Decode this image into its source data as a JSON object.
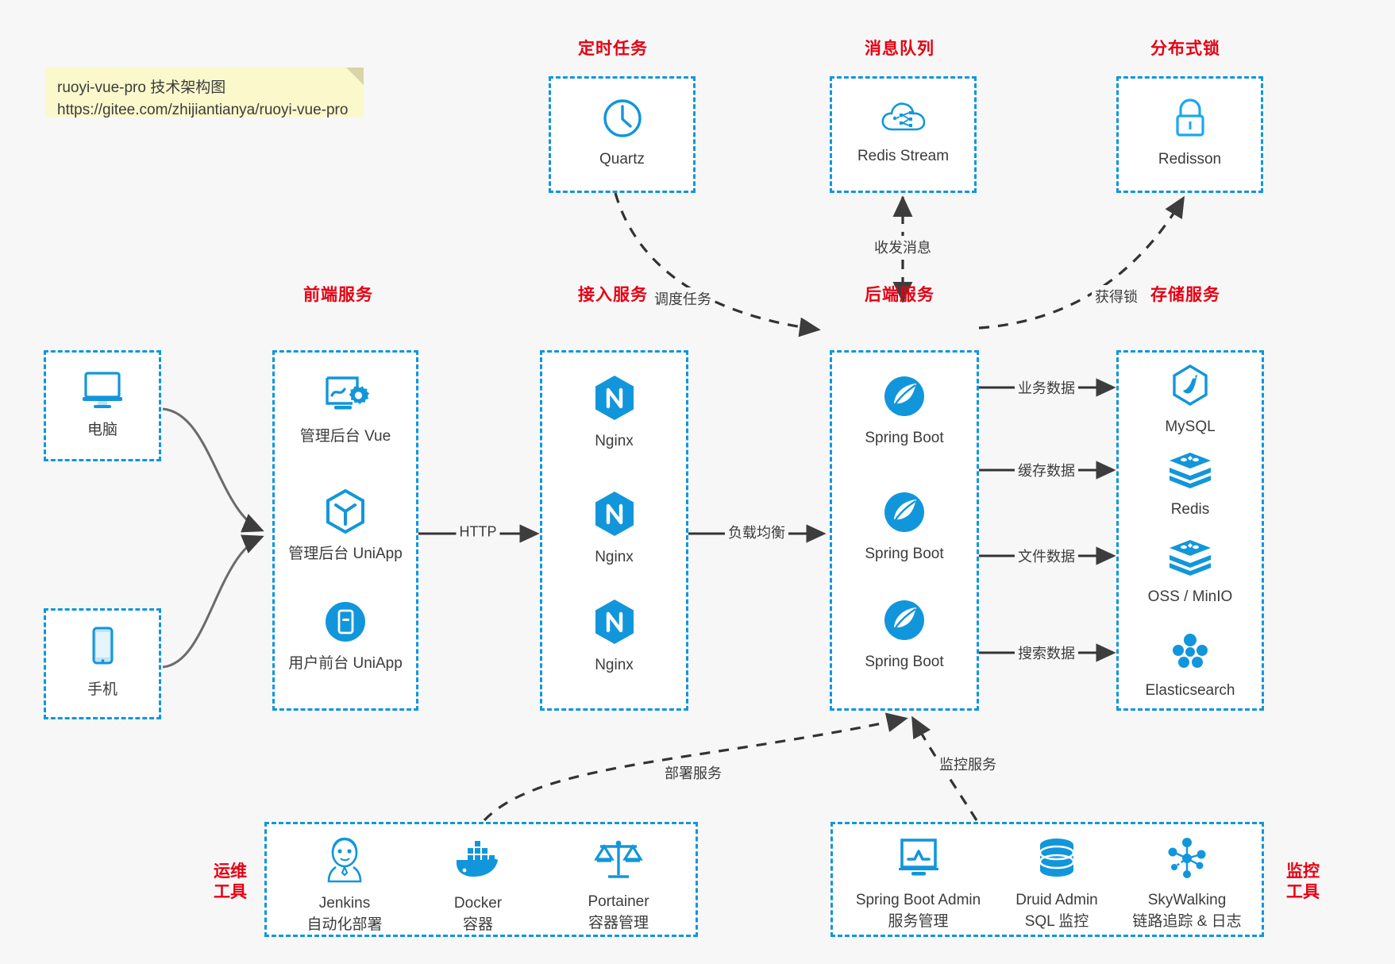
{
  "note": {
    "line1": "ruoyi-vue-pro 技术架构图",
    "line2": "https://gitee.com/zhijiantianya/ruoyi-vue-pro"
  },
  "groups": {
    "scheduler": {
      "title": "定时任务",
      "nodes": [
        {
          "label": "Quartz",
          "icon": "clock-icon"
        }
      ]
    },
    "mq": {
      "title": "消息队列",
      "nodes": [
        {
          "label": "Redis Stream",
          "icon": "cloud-stream-icon"
        }
      ]
    },
    "lock": {
      "title": "分布式锁",
      "nodes": [
        {
          "label": "Redisson",
          "icon": "lock-icon"
        }
      ]
    },
    "clients": {
      "nodes": [
        {
          "label": "电脑",
          "icon": "desktop-icon"
        },
        {
          "label": "手机",
          "icon": "mobile-icon"
        }
      ]
    },
    "frontend": {
      "title": "前端服务",
      "nodes": [
        {
          "label": "管理后台 Vue",
          "icon": "dashboard-gear-icon"
        },
        {
          "label": "管理后台 UniApp",
          "icon": "cube-icon"
        },
        {
          "label": "用户前台 UniApp",
          "icon": "app-circle-icon"
        }
      ]
    },
    "gateway": {
      "title": "接入服务",
      "nodes": [
        {
          "label": "Nginx",
          "icon": "nginx-icon"
        },
        {
          "label": "Nginx",
          "icon": "nginx-icon"
        },
        {
          "label": "Nginx",
          "icon": "nginx-icon"
        }
      ]
    },
    "backend": {
      "title": "后端服务",
      "nodes": [
        {
          "label": "Spring Boot",
          "icon": "spring-leaf-icon"
        },
        {
          "label": "Spring Boot",
          "icon": "spring-leaf-icon"
        },
        {
          "label": "Spring Boot",
          "icon": "spring-leaf-icon"
        }
      ]
    },
    "storage": {
      "title": "存储服务",
      "nodes": [
        {
          "label": "MySQL",
          "icon": "mysql-icon"
        },
        {
          "label": "Redis",
          "icon": "redis-icon"
        },
        {
          "label": "OSS / MinIO",
          "icon": "oss-icon"
        },
        {
          "label": "Elasticsearch",
          "icon": "elasticsearch-icon"
        }
      ]
    },
    "devops": {
      "side_title_line1": "运维",
      "side_title_line2": "工具",
      "nodes": [
        {
          "label": "Jenkins",
          "sub": "自动化部署",
          "icon": "jenkins-icon"
        },
        {
          "label": "Docker",
          "sub": "容器",
          "icon": "docker-icon"
        },
        {
          "label": "Portainer",
          "sub": "容器管理",
          "icon": "scales-icon"
        }
      ]
    },
    "monitor": {
      "side_title_line1": "监控",
      "side_title_line2": "工具",
      "nodes": [
        {
          "label": "Spring Boot Admin",
          "sub": "服务管理",
          "icon": "monitor-chart-icon"
        },
        {
          "label": "Druid Admin",
          "sub": "SQL 监控",
          "icon": "database-icon"
        },
        {
          "label": "SkyWalking",
          "sub": "链路追踪 & 日志",
          "icon": "skywalking-icon"
        }
      ]
    }
  },
  "edges": [
    {
      "name": "scheduler-to-backend",
      "label": "调度任务"
    },
    {
      "name": "mq-to-backend",
      "label": "收发消息"
    },
    {
      "name": "backend-to-lock",
      "label": "获得锁"
    },
    {
      "name": "frontend-to-gateway",
      "label": "HTTP"
    },
    {
      "name": "gateway-to-backend",
      "label": "负载均衡"
    },
    {
      "name": "backend-to-mysql",
      "label": "业务数据"
    },
    {
      "name": "backend-to-redis",
      "label": "缓存数据"
    },
    {
      "name": "backend-to-oss",
      "label": "文件数据"
    },
    {
      "name": "backend-to-es",
      "label": "搜索数据"
    },
    {
      "name": "devops-to-backend",
      "label": "部署服务"
    },
    {
      "name": "monitor-to-backend",
      "label": "监控服务"
    }
  ],
  "colors": {
    "brand_blue": "#1296db",
    "title_red": "#e60012",
    "edge_gray": "#4d4d4d",
    "background": "#f7f7f7",
    "note_yellow": "#fbf8cc"
  }
}
